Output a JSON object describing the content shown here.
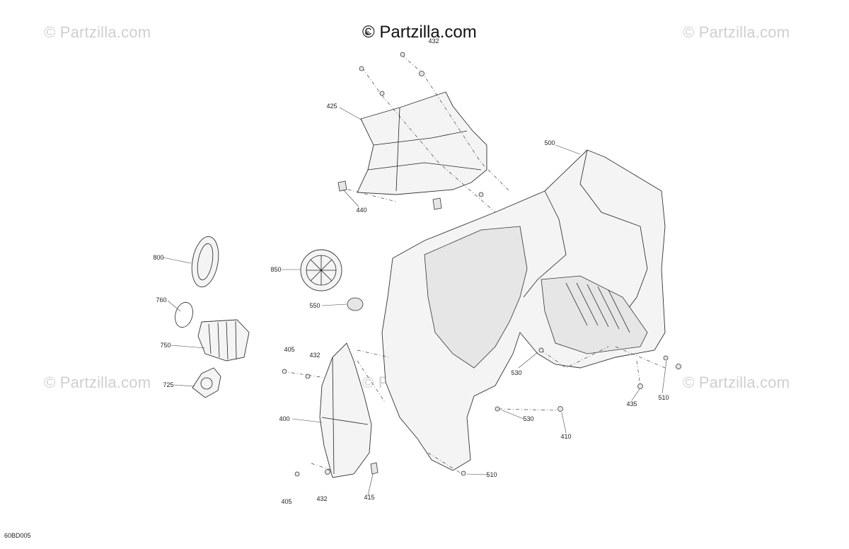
{
  "watermarks": {
    "main": "© Partzilla.com",
    "faint": "© Partzilla.com"
  },
  "diagram_code": "60BD005",
  "callouts": {
    "c425": "425",
    "c432_top": "432",
    "c500": "500",
    "c440": "440",
    "c800": "800",
    "c850": "850",
    "c550": "550",
    "c760": "760",
    "c750": "750",
    "c725": "725",
    "c405_top": "405",
    "c432_mid": "432",
    "c400": "400",
    "c405_bot": "405",
    "c432_bot": "432",
    "c415": "415",
    "c530_a": "530",
    "c530_b": "530",
    "c410": "410",
    "c510_a": "510",
    "c510_b": "510",
    "c435": "435"
  },
  "colors": {
    "line": "#222222",
    "watermark": "#cfcfcf",
    "part_fill": "#f4f4f4"
  }
}
